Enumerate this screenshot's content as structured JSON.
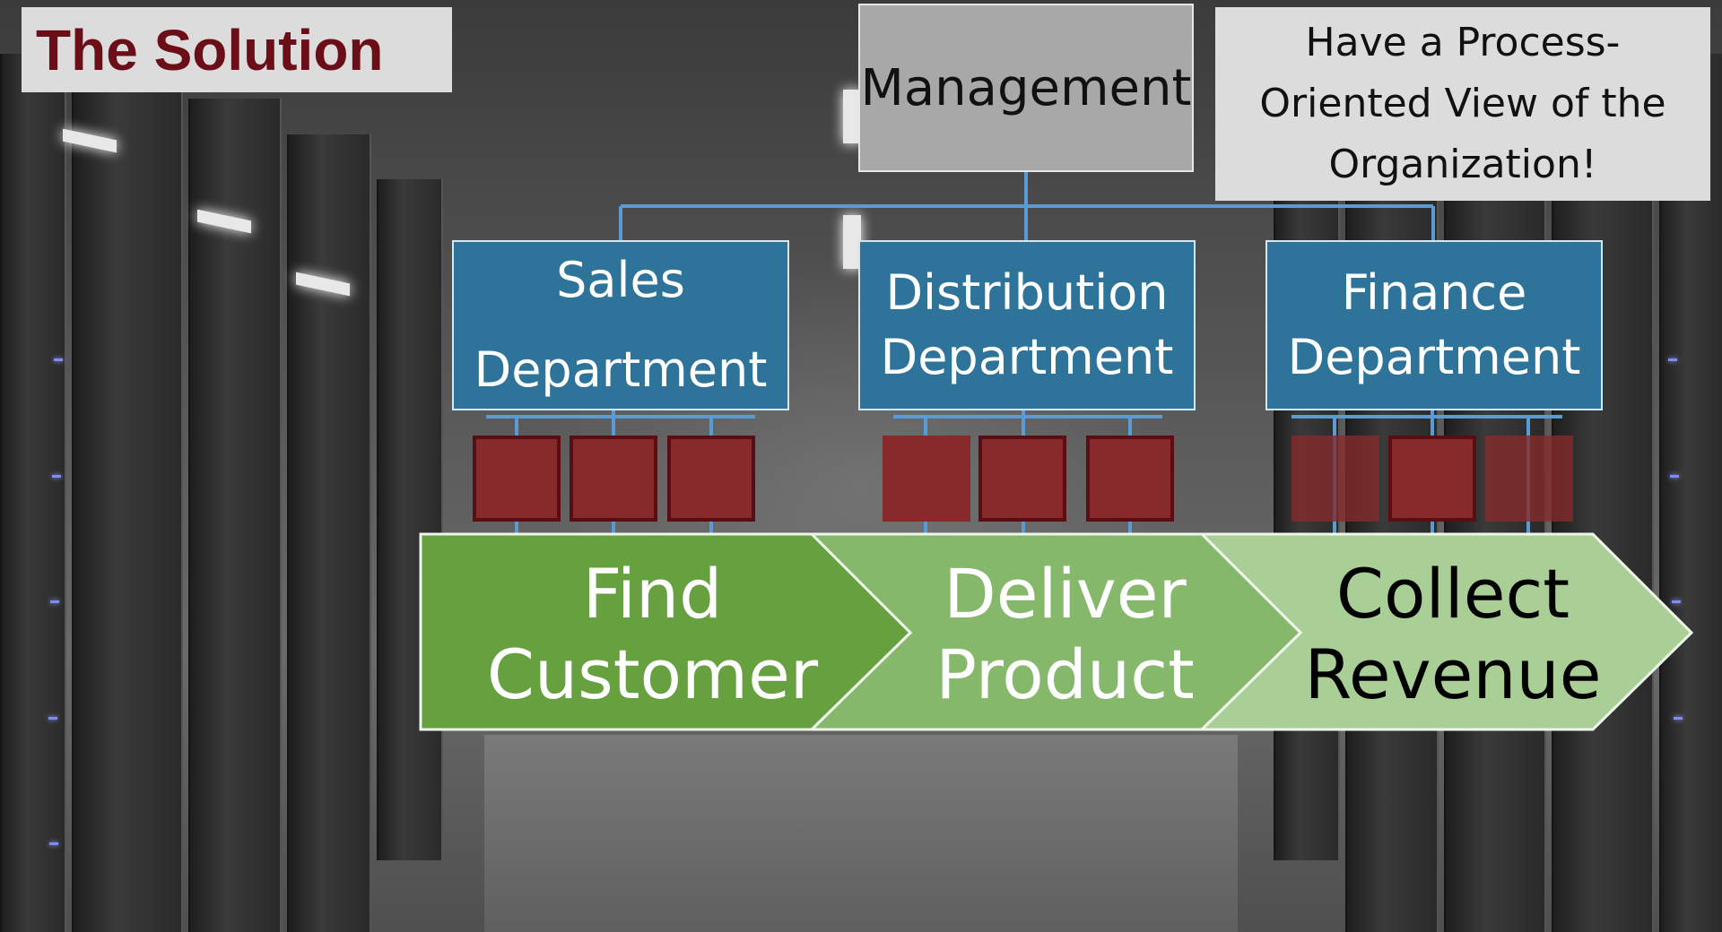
{
  "slide": {
    "title": "The Solution",
    "callout_lines": [
      "Have a Process-",
      "Oriented View of the",
      "Organization!"
    ]
  },
  "org_chart": {
    "top": {
      "label": "Management"
    },
    "departments": [
      {
        "key": "sales",
        "lines": [
          "Sales",
          "Department"
        ]
      },
      {
        "key": "distribution",
        "lines": [
          "Distribution",
          "Department"
        ]
      },
      {
        "key": "finance",
        "lines": [
          "Finance",
          "Department"
        ]
      }
    ]
  },
  "process": {
    "steps": [
      {
        "lines": [
          "Find",
          "Customer"
        ],
        "color": "#66a03f",
        "text_color": "#ffffff"
      },
      {
        "lines": [
          "Deliver",
          "Product"
        ],
        "color": "#86b86b",
        "text_color": "#ffffff"
      },
      {
        "lines": [
          "Collect",
          "Revenue"
        ],
        "color": "#a9cf97",
        "text_color": "#000000"
      }
    ]
  },
  "colors": {
    "title_text": "#6b0e18",
    "department_fill": "#2e7399",
    "task_fill": "#862a2b",
    "connector": "#5b9bd5"
  }
}
